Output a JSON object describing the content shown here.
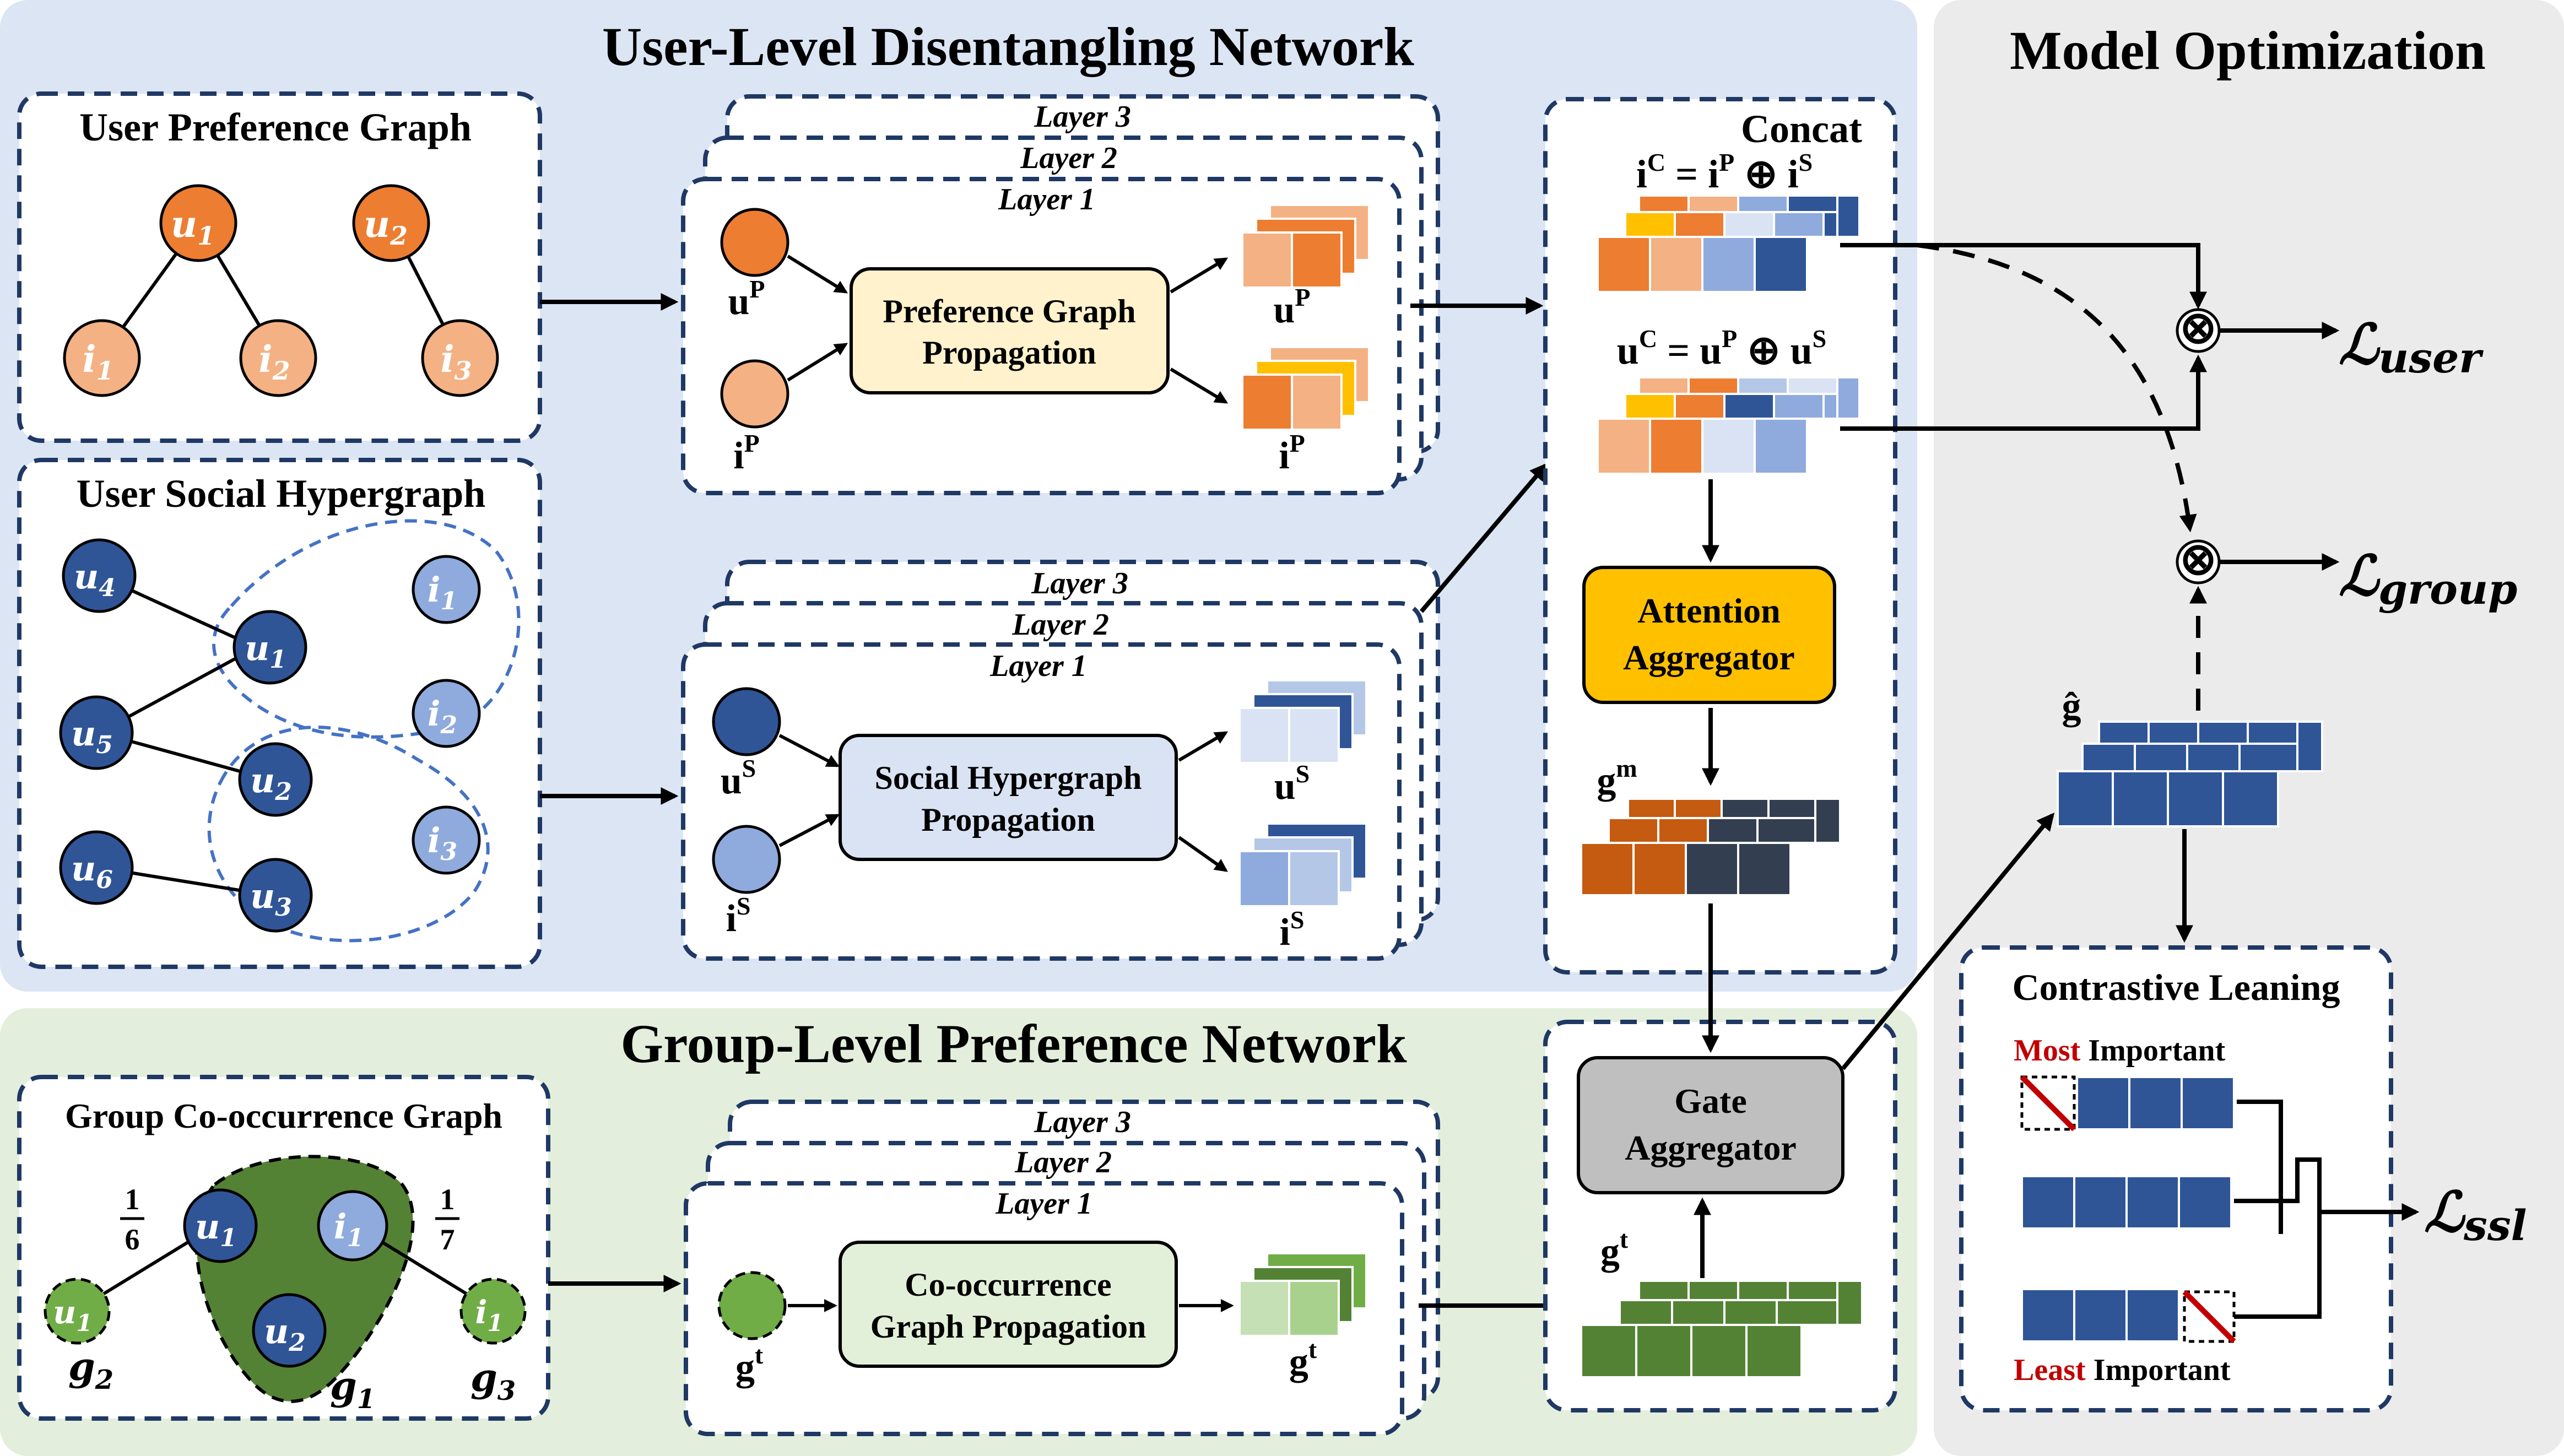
{
  "titles": {
    "user_level": "User-Level Disentangling Network",
    "group_level": "Group-Level Preference Network",
    "model_opt": "Model Optimization"
  },
  "boxes": {
    "pref_graph": "User Preference Graph",
    "social_hyper": "User Social Hypergraph",
    "cooccur_graph": "Group Co-occurrence Graph",
    "concat": "Concat",
    "contrastive": "Contrastive Leaning"
  },
  "layers": [
    "Layer 1",
    "Layer 2",
    "Layer 3"
  ],
  "modules": {
    "pref_prop": [
      "Preference Graph",
      "Propagation"
    ],
    "social_prop": [
      "Social Hypergraph",
      "Propagation"
    ],
    "cooccur_prop": [
      "Co-occurrence",
      "Graph Propagation"
    ],
    "attention": [
      "Attention",
      "Aggregator"
    ],
    "gate": [
      "Gate",
      "Aggregator"
    ]
  },
  "nodes": {
    "pref": [
      {
        "base": "u",
        "sub": "1",
        "kind": "user-pref"
      },
      {
        "base": "u",
        "sub": "2",
        "kind": "user-pref"
      },
      {
        "base": "i",
        "sub": "1",
        "kind": "item-pref"
      },
      {
        "base": "i",
        "sub": "2",
        "kind": "item-pref"
      },
      {
        "base": "i",
        "sub": "3",
        "kind": "item-pref"
      }
    ],
    "social": [
      {
        "base": "u",
        "sub": "4",
        "kind": "user-social"
      },
      {
        "base": "u",
        "sub": "1",
        "kind": "user-social"
      },
      {
        "base": "u",
        "sub": "5",
        "kind": "user-social"
      },
      {
        "base": "u",
        "sub": "2",
        "kind": "user-social"
      },
      {
        "base": "u",
        "sub": "6",
        "kind": "user-social"
      },
      {
        "base": "u",
        "sub": "3",
        "kind": "user-social"
      },
      {
        "base": "i",
        "sub": "1",
        "kind": "item-social"
      },
      {
        "base": "i",
        "sub": "2",
        "kind": "item-social"
      },
      {
        "base": "i",
        "sub": "3",
        "kind": "item-social"
      }
    ],
    "group": [
      {
        "base": "u",
        "sub": "1",
        "kind": "group-user"
      },
      {
        "base": "i",
        "sub": "1",
        "kind": "group-item"
      },
      {
        "base": "u",
        "sub": "2",
        "kind": "group-user"
      },
      {
        "base": "u",
        "sub": "1",
        "kind": "group-outer"
      },
      {
        "base": "i",
        "sub": "1",
        "kind": "group-outer"
      }
    ]
  },
  "group_labels": {
    "g1": {
      "base": "g",
      "sub": "1"
    },
    "g2": {
      "base": "g",
      "sub": "2"
    },
    "g3": {
      "base": "g",
      "sub": "3"
    }
  },
  "edge_weights": {
    "left": {
      "num": "1",
      "den": "6"
    },
    "right": {
      "num": "1",
      "den": "7"
    }
  },
  "vectors": {
    "uP": {
      "base": "u",
      "sup": "P"
    },
    "iP": {
      "base": "i",
      "sup": "P"
    },
    "uS": {
      "base": "u",
      "sup": "S"
    },
    "iS": {
      "base": "i",
      "sup": "S"
    },
    "gt": {
      "base": "g",
      "sup": "t"
    },
    "gm": {
      "base": "g",
      "sup": "m"
    },
    "ghat": "ĝ"
  },
  "equations": {
    "iC": {
      "lhs": "i",
      "lhs_sup": "C",
      "eq": " = ",
      "a": "i",
      "a_sup": "P",
      "op": " ⊕ ",
      "b": "i",
      "b_sup": "S"
    },
    "uC": {
      "lhs": "u",
      "lhs_sup": "C",
      "eq": " = ",
      "a": "u",
      "a_sup": "P",
      "op": " ⊕ ",
      "b": "u",
      "b_sup": "S"
    }
  },
  "losses": {
    "user": {
      "base": "ℒ",
      "sub": "user"
    },
    "group": {
      "base": "ℒ",
      "sub": "group"
    },
    "ssl": {
      "base": "ℒ",
      "sub": "ssl"
    }
  },
  "otimes": "⊗",
  "importance": {
    "most_word": "Most",
    "most_rest": " Important",
    "least_word": "Least",
    "least_rest": " Important"
  },
  "colors": {
    "user_panel": "#dce5f4",
    "group_panel": "#e3efdc",
    "opt_panel": "#ebebeb",
    "pref_dark": "#ed7d31",
    "pref_light": "#f4b183",
    "social_dark": "#2f5597",
    "social_light": "#8faadc",
    "green": "#70ad47",
    "green_fill": "#548235",
    "attention": "#ffc000",
    "gate": "#bfbfbf",
    "pref_module": "#fff2cc",
    "social_module": "#dae3f3",
    "cooccur_module": "#e2f0d9",
    "red": "#c00000",
    "navy": "#1f3864"
  }
}
